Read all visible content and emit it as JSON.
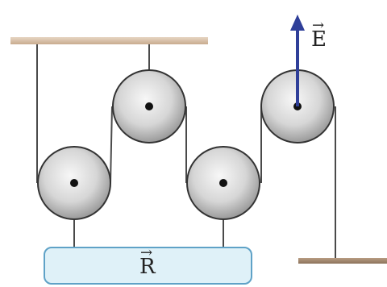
{
  "vectors": {
    "force": {
      "symbol": "E",
      "arrow": "→"
    },
    "load": {
      "symbol": "R",
      "arrow": "→"
    }
  },
  "colors": {
    "ceiling": "#d7c0a8",
    "floor": "#a08770",
    "rope": "#4a4a4a",
    "pulley_light": "#f2f2f2",
    "pulley_dark": "#9a9a9a",
    "pulley_edge": "#333333",
    "load_fill": "#dff1f8",
    "load_stroke": "#5fa2c7",
    "force_arrow": "#2f3f99"
  },
  "icons": {
    "pulley": "pulley-wheel",
    "force_arrow": "arrow-up"
  }
}
